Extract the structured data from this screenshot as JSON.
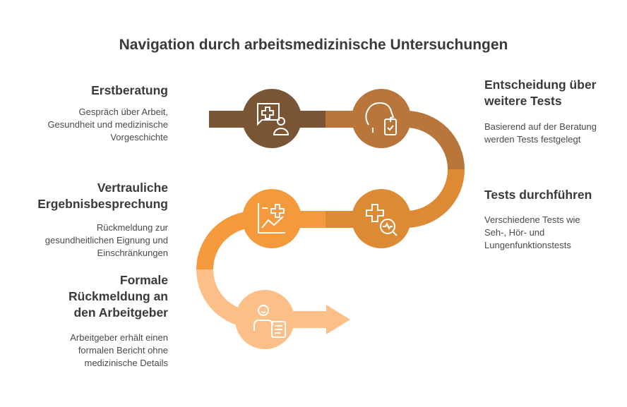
{
  "title": "Navigation durch arbeitsmedizinische Untersuchungen",
  "steps": [
    {
      "title": "Erstberatung",
      "desc": "Gespräch über Arbeit, Gesundheit und medizinische Vorgeschichte",
      "icon": "medical-chat-icon",
      "color": "#7a5535"
    },
    {
      "title": "Entscheidung über weitere Tests",
      "desc": "Basierend auf der Beratung werden Tests festgelegt",
      "icon": "head-phone-icon",
      "color": "#b8763a"
    },
    {
      "title": "Tests durchführen",
      "desc": "Verschiedene Tests wie Seh-, Hör- und Lungenfunktionstests",
      "icon": "medical-search-icon",
      "color": "#dd8a35"
    },
    {
      "title": "Vertrauliche Ergebnisbesprechung",
      "desc": "Rückmeldung zur gesundheitlichen Eignung und Einschränkungen",
      "icon": "health-chart-icon",
      "color": "#f59a3c"
    },
    {
      "title": "Formale Rückmeldung an den Arbeitgeber",
      "desc": "Arbeitgeber erhält einen formalen Bericht ohne medizinische Details",
      "icon": "person-report-icon",
      "color": "#fbbf87"
    }
  ]
}
